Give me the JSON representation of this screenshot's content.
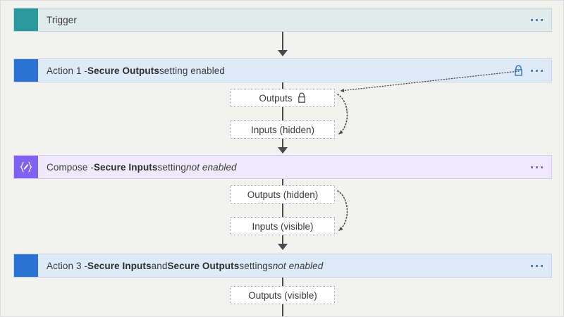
{
  "canvas": {
    "background": "#f2f2f1",
    "border_color": "#dcdcdc"
  },
  "colors": {
    "trigger_accent": "#2b9a9e",
    "trigger_row_bg": "#dfeceb",
    "action_accent": "#2a72d3",
    "action_row_bg": "#deeaf8",
    "compose_accent": "#7f63f0",
    "compose_row_bg": "#efe9fc",
    "connector": "#4a4a4a",
    "dotted_box_border": "#b5b5b5",
    "lock_blue": "#2a72d3",
    "lock_gray": "#4a4a4a",
    "ellipsis_blue": "#5b7fc0",
    "ellipsis_purple": "#8b6fd6"
  },
  "rows": [
    {
      "id": "trigger",
      "icon_name": "trigger-block-icon",
      "title_parts": [
        {
          "text": "Trigger",
          "style": "normal"
        }
      ],
      "title_plain": "Trigger",
      "has_lock": false,
      "menu_label": "···"
    },
    {
      "id": "action-1",
      "icon_name": "action-block-icon",
      "title_parts": [
        {
          "text": "Action 1 - ",
          "style": "normal"
        },
        {
          "text": "Secure Outputs",
          "style": "bold"
        },
        {
          "text": " setting enabled",
          "style": "normal"
        }
      ],
      "title_plain": "Action 1 - Secure Outputs setting enabled",
      "has_lock": true,
      "lock_icon_name": "lock-icon",
      "menu_label": "···"
    },
    {
      "id": "compose",
      "icon_name": "compose-braces-icon",
      "icon_glyph": "{↗}",
      "title_parts": [
        {
          "text": "Compose - ",
          "style": "normal"
        },
        {
          "text": "Secure Inputs",
          "style": "bold"
        },
        {
          "text": " setting ",
          "style": "normal"
        },
        {
          "text": "not enabled",
          "style": "italic"
        }
      ],
      "title_plain": "Compose - Secure Inputs setting not enabled",
      "has_lock": false,
      "menu_label": "···"
    },
    {
      "id": "action-3",
      "icon_name": "action-block-icon",
      "title_parts": [
        {
          "text": "Action 3 - ",
          "style": "normal"
        },
        {
          "text": "Secure Inputs",
          "style": "bold"
        },
        {
          "text": " and ",
          "style": "normal"
        },
        {
          "text": "Secure Outputs",
          "style": "bold"
        },
        {
          "text": " settings ",
          "style": "normal"
        },
        {
          "text": "not enabled",
          "style": "italic"
        }
      ],
      "title_plain": "Action 3 - Secure Inputs and Secure Outputs settings not enabled",
      "has_lock": false,
      "menu_label": "···"
    }
  ],
  "io_boxes": [
    {
      "id": "action1-outputs",
      "label": "Outputs",
      "has_lock": true,
      "lock_icon_name": "lock-icon"
    },
    {
      "id": "action1-inputs",
      "label": "Inputs (hidden)",
      "has_lock": false
    },
    {
      "id": "compose-outputs",
      "label": "Outputs (hidden)",
      "has_lock": false
    },
    {
      "id": "compose-inputs",
      "label": "Inputs (visible)",
      "has_lock": false
    },
    {
      "id": "action3-outputs",
      "label": "Outputs (visible)",
      "has_lock": false
    }
  ]
}
